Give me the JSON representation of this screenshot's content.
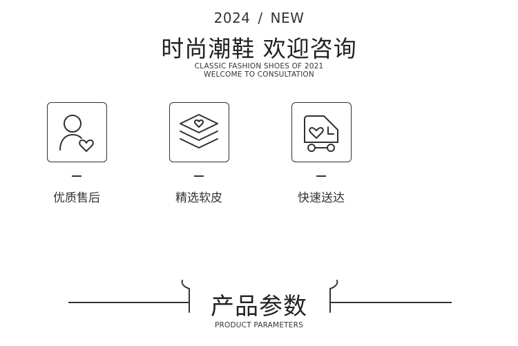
{
  "header": {
    "year": "2024",
    "separator": "/",
    "tag": "NEW",
    "title": "时尚潮鞋 欢迎咨询",
    "subtitle_line1": "CLASSIC FASHION SHOES OF 2021",
    "subtitle_line2": "WELCOME TO CONSULTATION"
  },
  "features": [
    {
      "label": "优质售后",
      "icon": "user-heart-icon"
    },
    {
      "label": "精选软皮",
      "icon": "layers-heart-icon"
    },
    {
      "label": "快速送达",
      "icon": "delivery-truck-heart-icon"
    }
  ],
  "params_section": {
    "title": "产品参数",
    "subtitle": "PRODUCT PARAMETERS"
  },
  "colors": {
    "text": "#2a2a2a",
    "line": "#333333",
    "background": "#ffffff"
  }
}
